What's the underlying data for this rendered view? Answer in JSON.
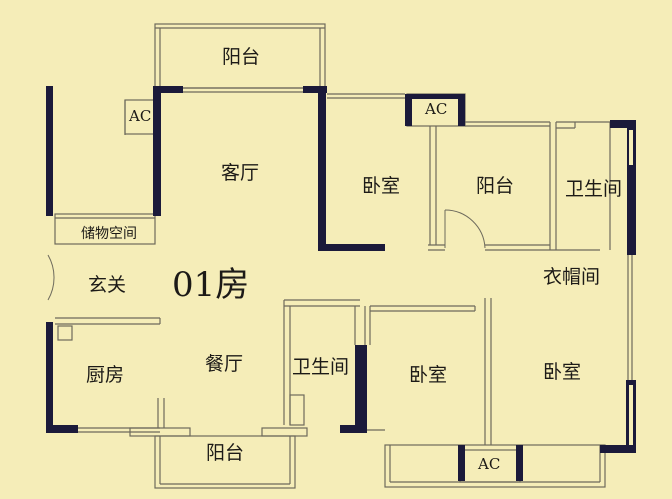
{
  "plan": {
    "unit_label": "01房",
    "rooms": {
      "balcony_top": "阳台",
      "ac_left": "AC",
      "living_room": "客厅",
      "bedroom_top": "卧室",
      "ac_top_mid": "AC",
      "balcony_mid": "阳台",
      "bathroom_right": "卫生间",
      "storage": "储物空间",
      "entrance": "玄关",
      "cloakroom": "衣帽间",
      "kitchen": "厨房",
      "dining_room": "餐厅",
      "bathroom_mid": "卫生间",
      "bedroom_mid": "卧室",
      "bedroom_right": "卧室",
      "balcony_bottom": "阳台",
      "ac_bottom": "AC"
    }
  }
}
